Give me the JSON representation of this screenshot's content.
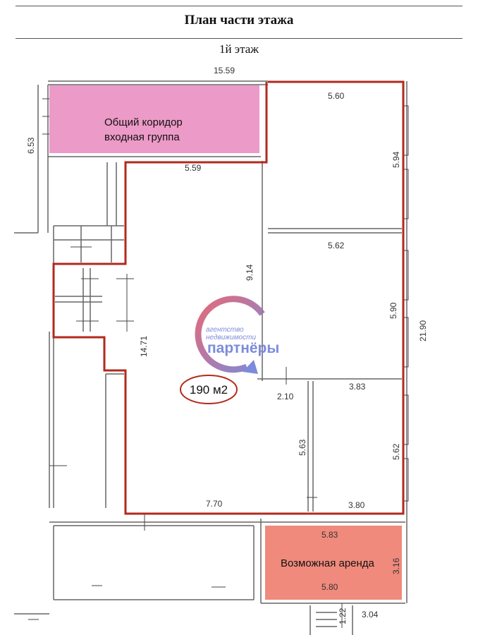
{
  "header": {
    "title": "План части этажа",
    "floor_label": "1й этаж"
  },
  "zones": {
    "corridor": {
      "line1": "Общий коридор",
      "line2": "входная группа",
      "color": "#ec9ac8"
    },
    "rental": {
      "label": "Возможная аренда",
      "color": "#f08a7c"
    },
    "main_area": {
      "label": "190 м2"
    }
  },
  "dimensions": {
    "top_overall": "15.59",
    "left_top": "6.53",
    "room1_top": "5.60",
    "room1_side": "5.94",
    "main_top": "5.59",
    "main_inner": "9.14",
    "room2_top": "5.62",
    "room2_side": "5.90",
    "right_overall": "21.90",
    "main_side": "14.71",
    "mid_small": "2.10",
    "room3_top": "3.83",
    "mid_vertical": "5.63",
    "room3_side": "5.62",
    "main_bottom": "7.70",
    "room3_bottom": "3.80",
    "rental_top": "5.83",
    "rental_side": "3.16",
    "rental_bottom": "5.80",
    "bottom_small": "1.22",
    "bottom_right": "3.04"
  },
  "logo": {
    "small_line1": "агентство",
    "small_line2": "недвижимости",
    "big": "партнёры"
  },
  "colors": {
    "outline": "#b22a1c",
    "wall": "#555555",
    "logo_blue": "#6f7fd6",
    "logo_red": "#d84a52"
  }
}
